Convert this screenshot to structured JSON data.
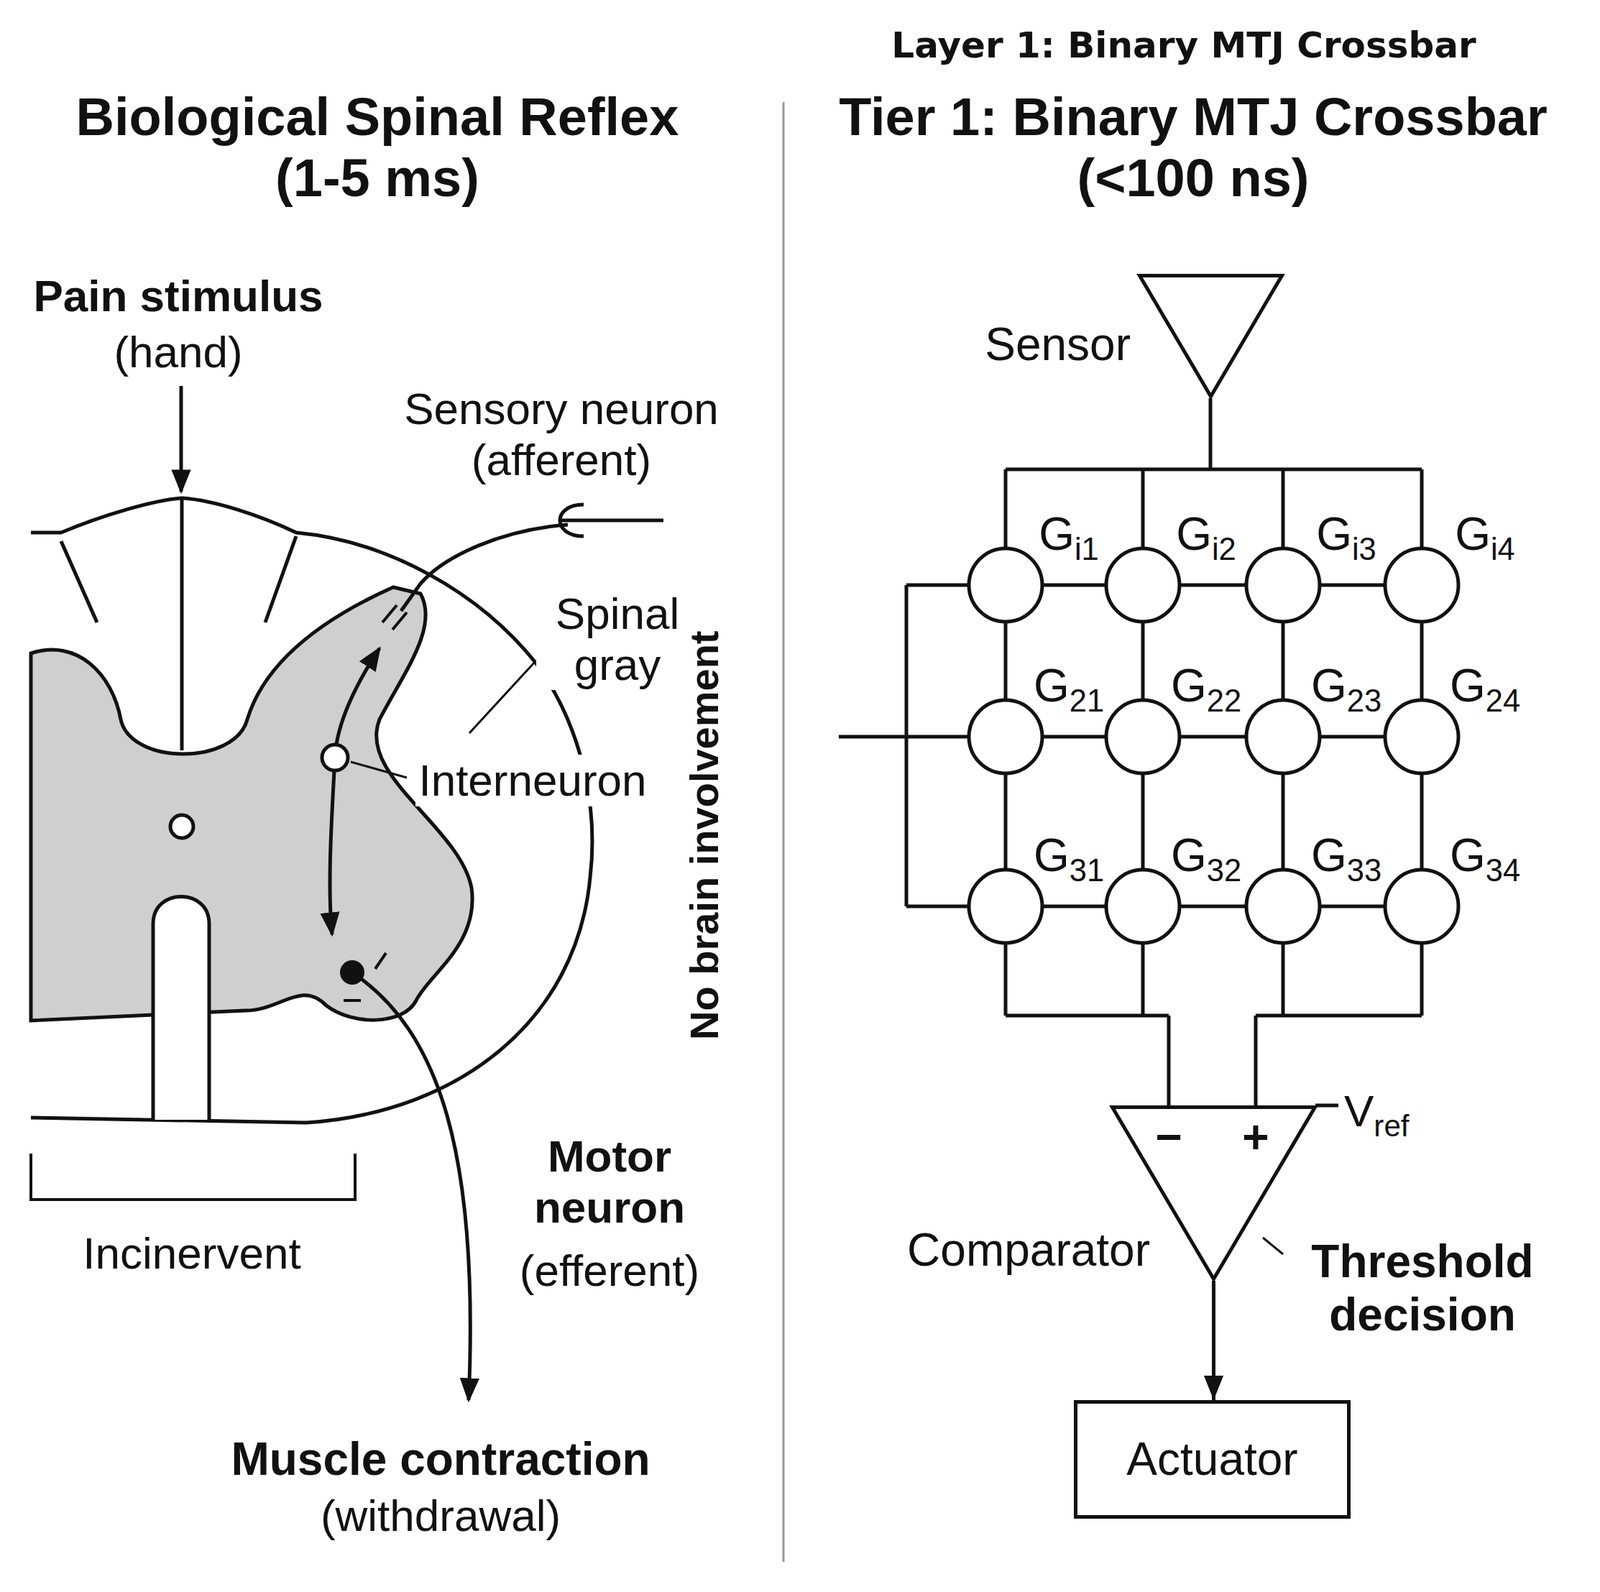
{
  "diagram": {
    "title": "Layer 1: Binary MTJ Crossbar",
    "nodes": [
      {
        "text": [
          "Sensor"
        ]
      },
      {
        "text": [
          "−",
          "+",
          "Comparator"
        ]
      },
      {
        "text": [
          "Actuator"
        ]
      }
    ],
    "edges": [
      {
        "from": 1,
        "to": 2,
        "arrow": "to"
      }
    ],
    "labels": [
      "Biological Spinal Reflex (1-5 ms)",
      "Tier 1: Binary MTJ Crossbar (<100 ns)",
      "Pain stimulus",
      "(hand)",
      "Sensory neuron (afferent)",
      "Spinal gray",
      "Interneuron",
      "No brain involvement",
      "Incinervent",
      "Motor neuron",
      "(efferent)",
      "Muscle contraction",
      "(withdrawal)",
      "Gi1",
      "Gi2",
      "Gi3",
      "Gi4",
      "G21",
      "G22",
      "G23",
      "G24",
      "G31",
      "G32",
      "G33",
      "G34",
      "Vref",
      "Threshold decision"
    ]
  }
}
